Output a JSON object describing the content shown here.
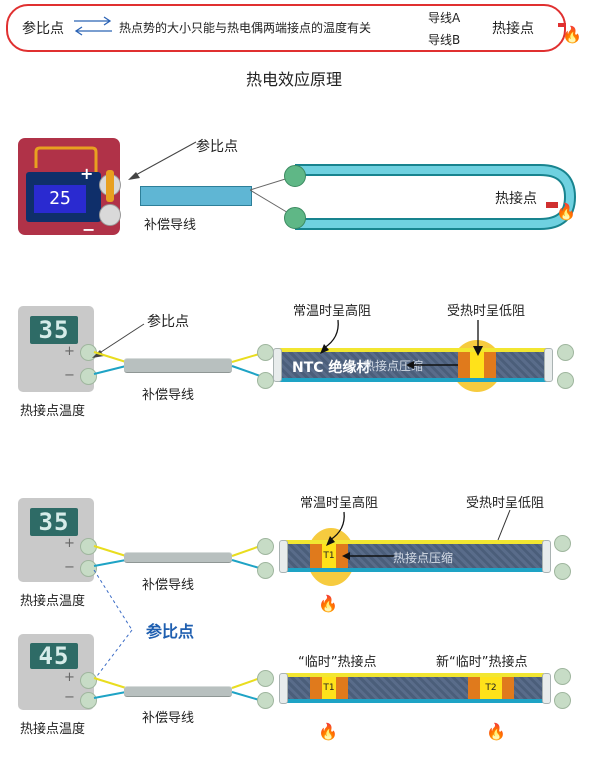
{
  "header": {
    "ref_point": "参比点",
    "statement": "热点势的大小只能与热电偶两端接点的温度有关",
    "wire_a": "导线A",
    "wire_b": "导线B",
    "hot_junction": "热接点"
  },
  "title": "热电效应原理",
  "section1": {
    "ref_point": "参比点",
    "lcd": "25",
    "plus": "+",
    "minus": "−",
    "comp_wire": "补偿导线",
    "hot_junction": "热接点"
  },
  "section2": {
    "lcd": "35",
    "ref_point": "参比点",
    "comp_wire": "补偿导线",
    "meter_label": "热接点温度",
    "high_res": "常温时呈高阻",
    "low_res": "受热时呈低阻",
    "ntc": "NTC 绝缘材",
    "crimp": "热接点压缩",
    "plus": "+",
    "minus": "−"
  },
  "section3": {
    "lcd_top": "35",
    "lcd_bottom": "45",
    "ref_point": "参比点",
    "comp_wire": "补偿导线",
    "meter_label": "热接点温度",
    "high_res": "常温时呈高阻",
    "low_res": "受热时呈低阻",
    "crimp": "热接点压缩",
    "temp_hot": "“临时”热接点",
    "new_temp_hot": "新“临时”热接点",
    "t1": "T1",
    "t2": "T2",
    "plus": "+",
    "minus": "−"
  },
  "colors": {
    "accent_blue": "#1f5fb0",
    "alert_red": "#e03030",
    "cyan_wire": "#1ea3c5",
    "yellow_wire": "#f2e631",
    "orange": "#e07a1c",
    "meter_gray": "#c9c9c9",
    "lcd_teal": "#2e6b66",
    "box_red": "#b03248"
  },
  "icons": [
    "fire-icon",
    "arrow-swap-icon",
    "arrow-left-icon",
    "arrow-down-icon"
  ]
}
